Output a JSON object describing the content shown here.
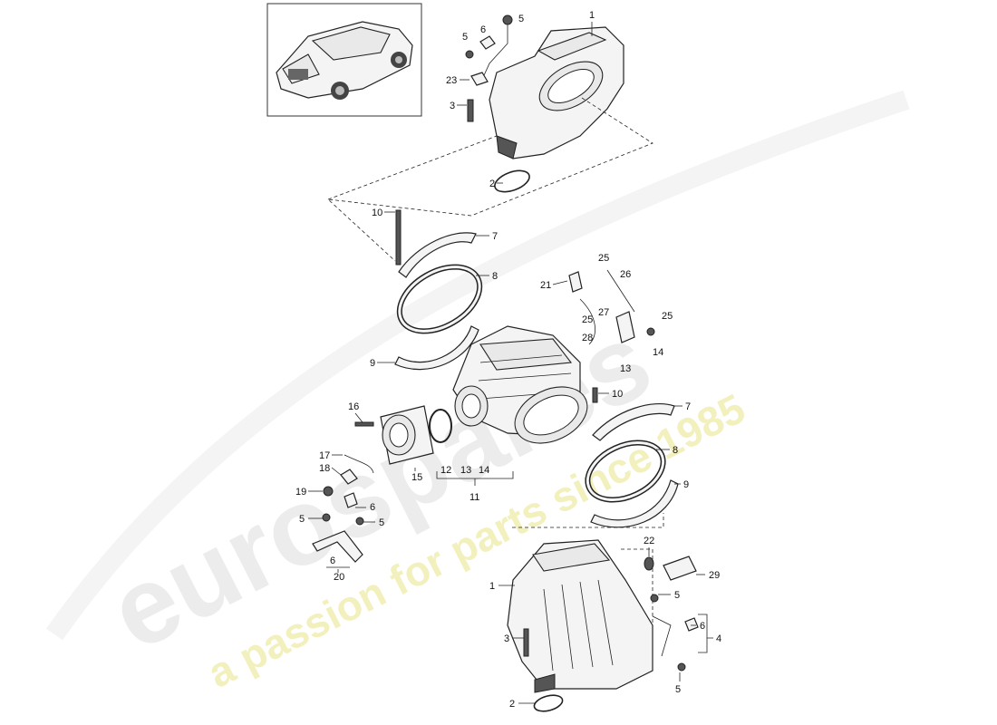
{
  "watermark": {
    "brand": "eurospares",
    "tagline": "a passion for parts since 1985",
    "brand_color": "#d9d9d9",
    "tagline_color": "#f2f0b0"
  },
  "callouts": {
    "top_manifold": [
      "1",
      "5",
      "6",
      "5",
      "23",
      "3",
      "2"
    ],
    "left_clamps": [
      "10",
      "7",
      "8",
      "9"
    ],
    "center": [
      "21",
      "25",
      "26",
      "25",
      "27",
      "25",
      "28",
      "13",
      "14",
      "10",
      "7",
      "8",
      "9"
    ],
    "throttle": [
      "16",
      "17",
      "18",
      "19",
      "15",
      "12",
      "13",
      "14",
      "11",
      "6",
      "5",
      "5",
      "6",
      "20"
    ],
    "bottom_manifold": [
      "22",
      "29",
      "1",
      "5",
      "6",
      "4",
      "3",
      "5",
      "2"
    ]
  }
}
